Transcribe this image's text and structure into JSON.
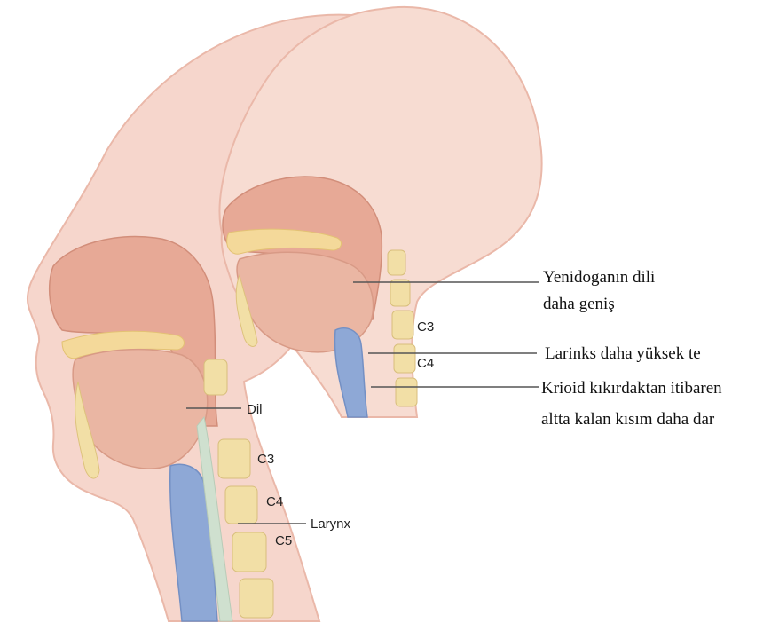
{
  "colors": {
    "skin": "#f6d6cc",
    "skin_shadow": "#eab8a9",
    "tissue": "#df9f8b",
    "cavity": "#f3c3b1",
    "palate": "#f4d99a",
    "bone": "#f2dfa6",
    "airway": "#8ea8d6",
    "leader_line": "#555555"
  },
  "adult": {
    "labels": {
      "tongue": "Dil",
      "c3": "C3",
      "c4": "C4",
      "c5": "C5",
      "larynx": "Larynx"
    }
  },
  "infant": {
    "labels": {
      "c3": "C3",
      "c4": "C4"
    }
  },
  "annotations": {
    "tongue_line1": "Yenidoganın dili",
    "tongue_line2": "daha geniş",
    "larynx": "Larinks daha yüksek te",
    "cricoid_line1": "Krioid kıkırdaktan  itibaren",
    "cricoid_line2": "altta kalan kısım daha dar"
  }
}
